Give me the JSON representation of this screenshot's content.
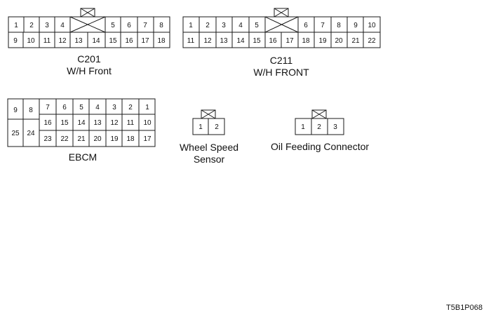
{
  "colors": {
    "line": "#1a1a1a",
    "text": "#111111",
    "background": "#ffffff"
  },
  "connectors": {
    "c201": {
      "name": "C201",
      "subtitle": "W/H Front",
      "top_row": [
        "1",
        "2",
        "3",
        "4",
        "5",
        "6",
        "7",
        "8"
      ],
      "bottom_row": [
        "9",
        "10",
        "11",
        "12",
        "13",
        "14",
        "15",
        "16",
        "17",
        "18"
      ]
    },
    "c211": {
      "name": "C211",
      "subtitle": "W/H FRONT",
      "top_row": [
        "1",
        "2",
        "3",
        "4",
        "5",
        "6",
        "7",
        "8",
        "9",
        "10"
      ],
      "bottom_row": [
        "11",
        "12",
        "13",
        "14",
        "15",
        "16",
        "17",
        "18",
        "19",
        "20",
        "21",
        "22"
      ]
    },
    "ebcm": {
      "name": "EBCM",
      "left_top": [
        "9",
        "8"
      ],
      "left_bottom": [
        "25",
        "24"
      ],
      "row1": [
        "7",
        "6",
        "5",
        "4",
        "3",
        "2",
        "1"
      ],
      "row2": [
        "16",
        "15",
        "14",
        "13",
        "12",
        "11",
        "10"
      ],
      "row3": [
        "23",
        "22",
        "21",
        "20",
        "19",
        "18",
        "17"
      ]
    },
    "wheel_speed": {
      "name_line1": "Wheel Speed",
      "name_line2": "Sensor",
      "pins": [
        "1",
        "2"
      ]
    },
    "oil_feeding": {
      "name": "Oil Feeding Connector",
      "pins": [
        "1",
        "2",
        "3"
      ]
    }
  },
  "figure_code": "T5B1P068"
}
